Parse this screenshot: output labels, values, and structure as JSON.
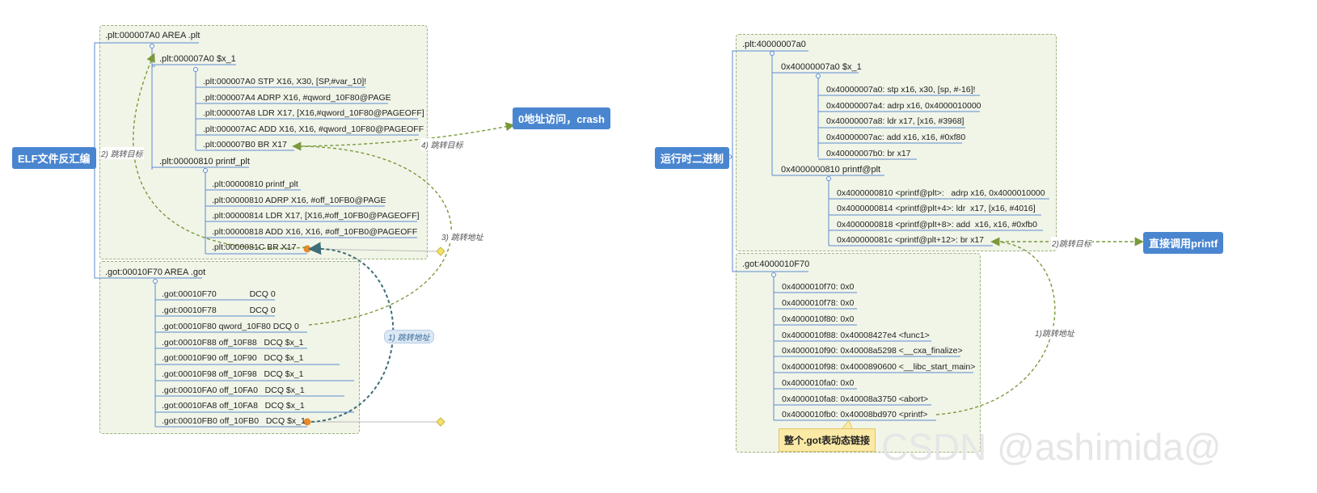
{
  "left": {
    "root_label": "ELF文件反汇编",
    "plt": {
      "area": ".plt:000007A0 AREA .plt",
      "sub1": {
        "label": ".plt:000007A0 $x_1",
        "lines": [
          ".plt:000007A0 STP  X16, X30, [SP,#var_10]!",
          ".plt:000007A4 ADRP X16, #qword_10F80@PAGE",
          ".plt:000007A8 LDR  X17, [X16,#qword_10F80@PAGEOFF]",
          ".plt:000007AC ADD  X16, X16, #qword_10F80@PAGEOFF",
          ".plt:000007B0 BR   X17"
        ]
      },
      "sub2": {
        "label": ".plt:00000810 printf_plt",
        "lines": [
          ".plt:00000810 printf_plt",
          ".plt:00000810  ADRP  X16, #off_10FB0@PAGE",
          ".plt:00000814  LDR   X17, [X16,#off_10FB0@PAGEOFF]",
          ".plt:00000818  ADD   X16, X16, #off_10FB0@PAGEOFF",
          ".plt:0000081C  BR    X17"
        ]
      }
    },
    "got": {
      "area": ".got:00010F70 AREA .got",
      "lines": [
        ".got:00010F70              DCQ 0",
        ".got:00010F78              DCQ 0",
        ".got:00010F80 qword_10F80 DCQ 0",
        ".got:00010F88 off_10F88   DCQ $x_1",
        ".got:00010F90 off_10F90   DCQ $x_1",
        ".got:00010F98 off_10F98   DCQ $x_1",
        ".got:00010FA0 off_10FA0   DCQ $x_1",
        ".got:00010FA8 off_10FA8   DCQ $x_1",
        ".got:00010FB0 off_10FB0   DCQ $x_1"
      ]
    },
    "crash_label": "0地址访问，crash",
    "edges": {
      "e1": "1) 跳转地址",
      "e2": "2) 跳转目标",
      "e3": "3) 跳转地址",
      "e4": "4) 跳转目标"
    }
  },
  "right": {
    "root_label": "运行时二进制",
    "plt": {
      "area": ".plt:40000007a0",
      "sub1": {
        "label": "0x40000007a0 $x_1",
        "lines": [
          "0x40000007a0: stp  x16, x30, [sp, #-16]!",
          "0x40000007a4: adrp x16, 0x4000010000",
          "0x40000007a8: ldr  x17, [x16, #3968]",
          "0x40000007ac: add  x16, x16, #0xf80",
          "0x40000007b0: br   x17"
        ]
      },
      "sub2": {
        "label": "0x4000000810 printf@plt",
        "lines": [
          "0x4000000810 <printf@plt>:   adrp x16, 0x4000010000",
          "0x4000000814 <printf@plt+4>: ldr  x17, [x16, #4016]",
          "0x4000000818 <printf@plt+8>: add  x16, x16, #0xfb0",
          "0x400000081c <printf@plt+12>: br x17"
        ]
      }
    },
    "got": {
      "area": ".got:4000010F70",
      "lines": [
        "0x4000010f70: 0x0",
        "0x4000010f78: 0x0",
        "0x4000010f80: 0x0",
        "0x4000010f88: 0x40008427e4 <func1>",
        "0x4000010f90: 0x40008a5298 <__cxa_finalize>",
        "0x4000010f98: 0x4000890600 <__libc_start_main>",
        "0x4000010fa0: 0x0",
        "0x4000010fa8: 0x40008a3750 <abort>",
        "0x4000010fb0: 0x40008bd970 <printf>"
      ]
    },
    "note": "整个.got表动态链接",
    "direct_label": "直接调用printf",
    "edges": {
      "e1": "1)跳转地址",
      "e2": "2)跳转目标"
    }
  },
  "watermark": "CSDN @ashimida@",
  "colors": {
    "tag_blue": "#4a86d0",
    "box_fill": "#f1f5e8",
    "box_border": "#9bb27a",
    "tree_line": "#5b8ad0",
    "arrow_green": "#7a9a3a",
    "arrow_teal": "#3e6f78",
    "orange_dot": "#e88a2c",
    "note_fill": "#fbe9a6"
  }
}
